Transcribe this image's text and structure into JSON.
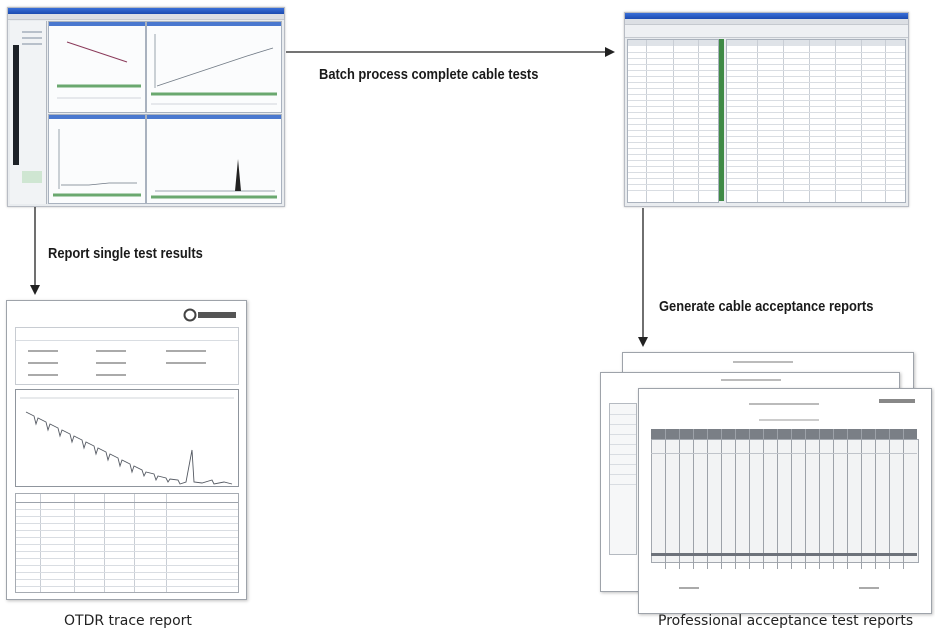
{
  "labels": {
    "batch": "Batch process complete cable tests",
    "single": "Report single test results",
    "generate": "Generate cable acceptance reports"
  },
  "captions": {
    "otdr": "OTDR trace report",
    "professional": "Professional acceptance test reports"
  },
  "colors": {
    "arrow": "#222222",
    "window_title": "#2a5bc4",
    "green_accent": "#3f8a46",
    "trace": "#555a63"
  }
}
